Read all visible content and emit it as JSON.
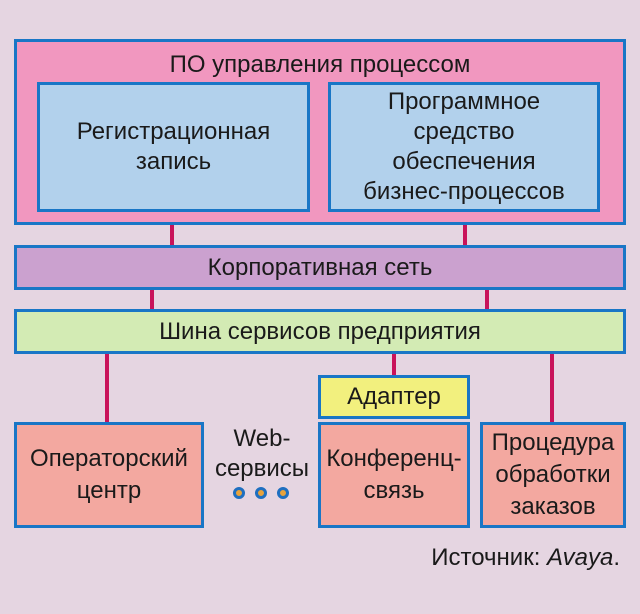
{
  "process_software": {
    "title": "ПО управления процессом",
    "registration": [
      "Регистрационная",
      "запись"
    ],
    "bpm": [
      "Программное",
      "средство",
      "обеспечения",
      "бизнес-процессов"
    ]
  },
  "corporate_network": "Корпоративная сеть",
  "service_bus": "Шина сервисов предприятия",
  "adapter": "Адаптер",
  "operator_center": [
    "Операторский",
    "центр"
  ],
  "web_services": [
    "Web-",
    "сервисы"
  ],
  "conference": [
    "Конференц-",
    "связь"
  ],
  "order_processing": [
    "Процедура",
    "обработки",
    "заказов"
  ],
  "source": {
    "prefix": "Источник: ",
    "name": "Avaya",
    "suffix": "."
  },
  "colors": {
    "background": "#e5d5e1",
    "border": "#1976c6",
    "connector": "#c8135a",
    "process_software_fill": "#f197bf",
    "inner_box_fill": "#b2d1ec",
    "network_fill": "#cba1cf",
    "bus_fill": "#d3ebb4",
    "adapter_fill": "#f2f07e",
    "endpoint_fill": "#f3a8a0"
  }
}
